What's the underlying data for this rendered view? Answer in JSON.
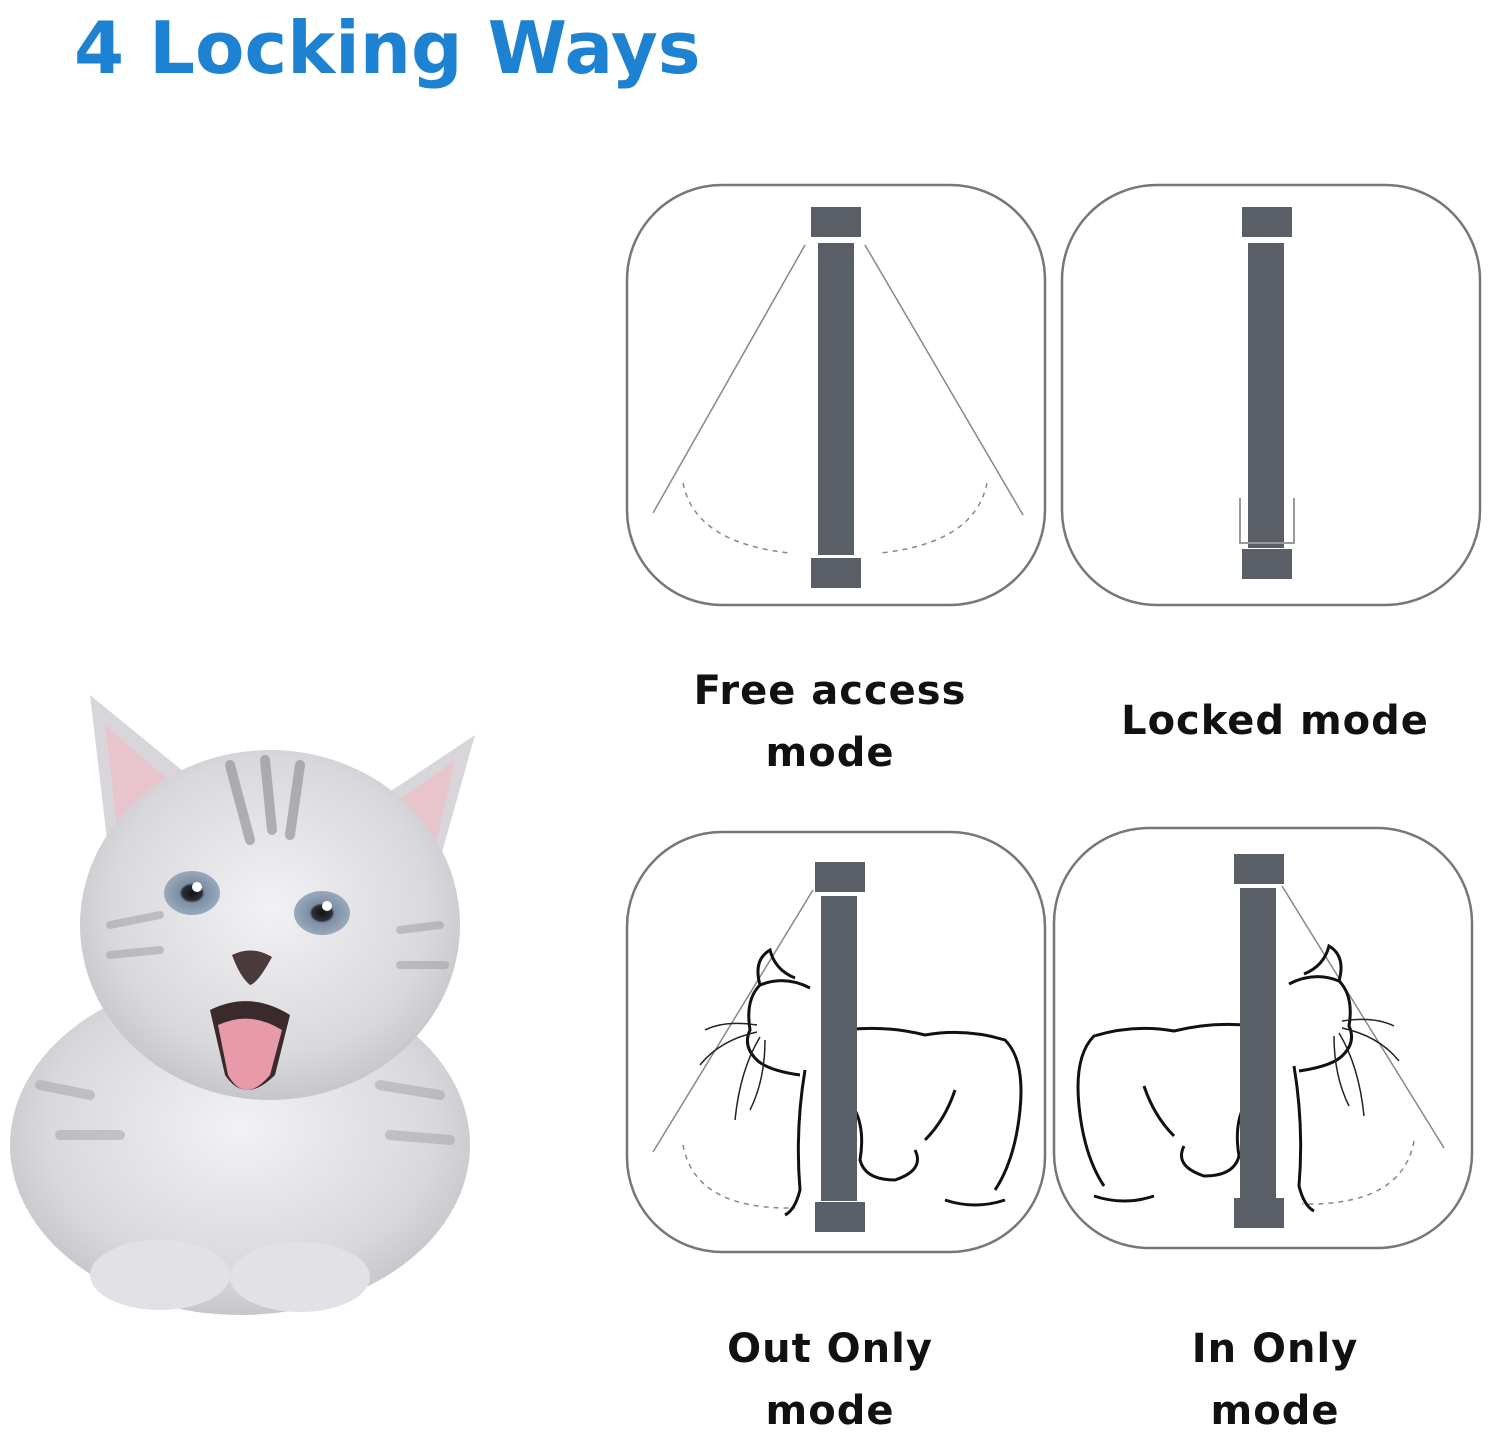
{
  "header": {
    "title": "4 Locking Ways",
    "title_color": "#1e82d2"
  },
  "illustration": {
    "subject": "kitten-photo"
  },
  "modes": [
    {
      "id": "free-access",
      "label_line1": "Free access",
      "label_line2": "mode",
      "icon": "cat-flap-swing-both-icon"
    },
    {
      "id": "locked",
      "label_line1": "Locked mode",
      "label_line2": "",
      "icon": "cat-flap-locked-icon"
    },
    {
      "id": "out-only",
      "label_line1": "Out Only",
      "label_line2": "mode",
      "icon": "cat-flap-out-only-icon"
    },
    {
      "id": "in-only",
      "label_line1": "In Only",
      "label_line2": "mode",
      "icon": "cat-flap-in-only-icon"
    }
  ],
  "colors": {
    "flap": "#5a5e66",
    "panel_border": "#777777",
    "label": "#111111"
  }
}
